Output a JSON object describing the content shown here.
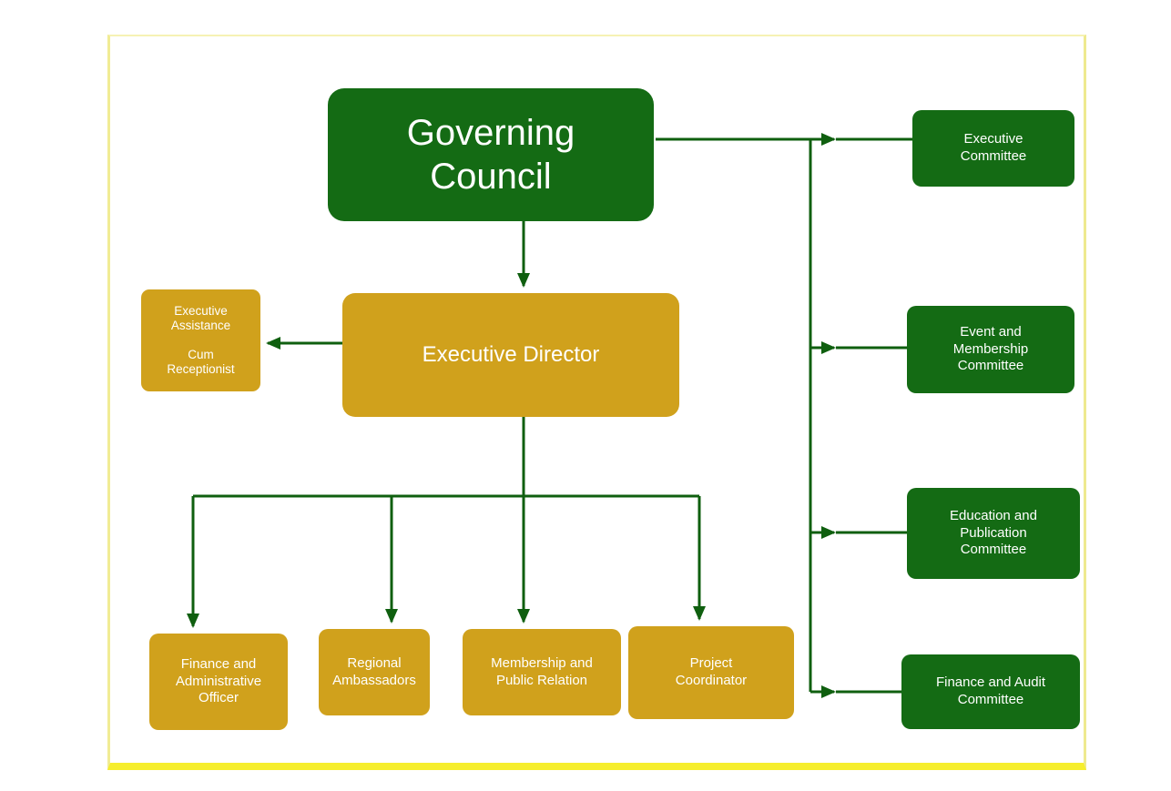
{
  "diagram": {
    "type": "org-chart",
    "colors": {
      "box_green": "#146b14",
      "box_gold": "#d0a11c",
      "connector_line": "#0f5f0f",
      "frame_side": "#f1ec95",
      "frame_bottom": "#f6ee2d",
      "text": "#ffffff"
    },
    "nodes": {
      "governing_council": "Governing\nCouncil",
      "executive_committee": "Executive\nCommittee",
      "executive_assistance": "Executive\nAssistance\n\nCum\nReceptionist",
      "executive_director": "Executive Director",
      "event_membership_committee": "Event and\nMembership\nCommittee",
      "education_publication_committee": "Education and\nPublication\nCommittee",
      "finance_audit_committee": "Finance and Audit\nCommittee",
      "finance_administrative_officer": "Finance and\nAdministrative\nOfficer",
      "regional_ambassadors": "Regional\nAmbassadors",
      "membership_public_relation": "Membership and\nPublic Relation",
      "project_coordinator": "Project\nCoordinator"
    }
  }
}
